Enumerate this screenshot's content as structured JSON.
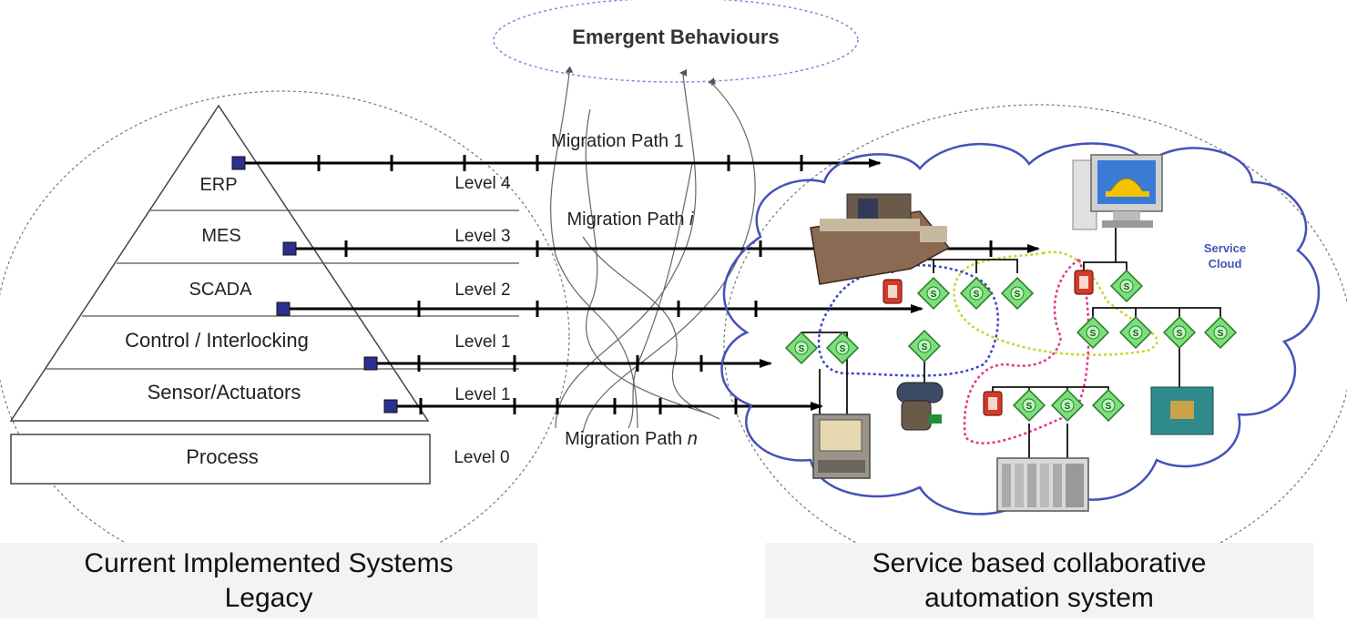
{
  "emergent": {
    "label": "Emergent Behaviours"
  },
  "pyramid": {
    "layers": [
      "ERP",
      "MES",
      "SCADA",
      "Control / Interlocking",
      "Sensor/Actuators"
    ],
    "base": "Process"
  },
  "levels": [
    "Level 4",
    "Level 3",
    "Level 2",
    "Level 1",
    "Level 1",
    "Level 0"
  ],
  "migration": {
    "path1": "Migration Path 1",
    "path_i_prefix": "Migration Path ",
    "path_i_var": "i",
    "path_n_prefix": "Migration Path ",
    "path_n_var": "n"
  },
  "cloud": {
    "label_line1": "Service",
    "label_line2": "Cloud"
  },
  "service_glyph": "S",
  "captions": {
    "left_line1": "Current Implemented Systems",
    "left_line2": "Legacy",
    "right_line1": "Service based collaborative",
    "right_line2": "automation system"
  },
  "colors": {
    "marker": "#2b2f8f",
    "cloud": "#4452b8",
    "service": "#7be07b",
    "legacy_device": "#d23a2a",
    "yellow_dotted": "#c9d432",
    "magenta_dotted": "#e8338f",
    "blue_dotted": "#3a46c8"
  }
}
